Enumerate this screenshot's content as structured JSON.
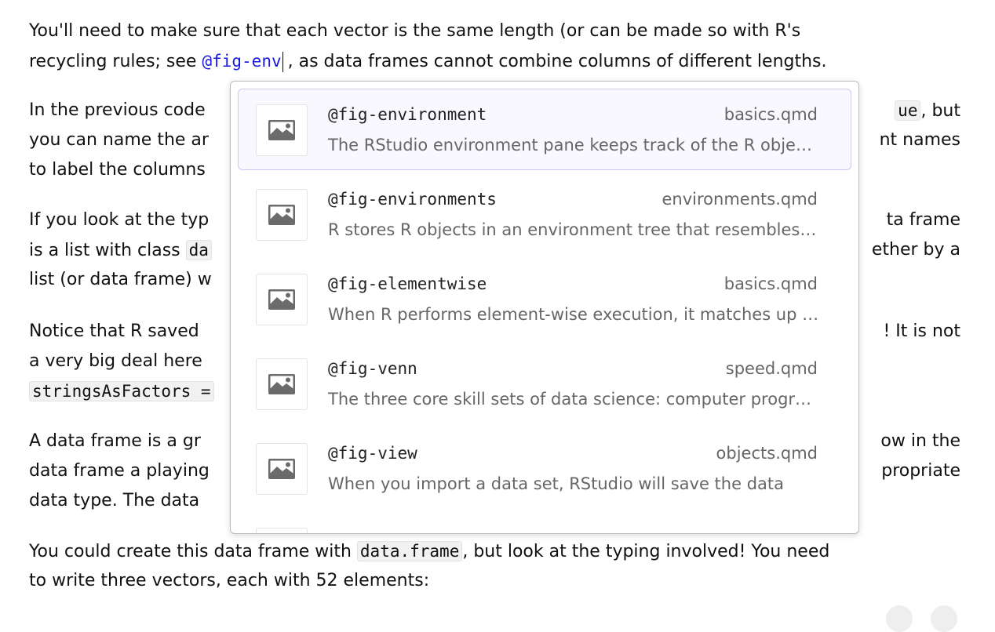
{
  "document": {
    "p1_l1": "You'll need to make sure that each vector is the same length (or can be made so with R's",
    "p1_l2_pre": "recycling rules; see ",
    "p1_l2_ref": "@fig-env",
    "p1_l2_post": ", as data frames cannot combine columns of different lengths.",
    "p2_l1_left": "In the previous code",
    "p2_l1_code": "ue",
    "p2_l1_right": ", but",
    "p2_l2_left": "you can name the ar",
    "p2_l2_right": "nt names",
    "p2_l3_left": "to label the columns",
    "p3_l1_left": "If you look at the typ",
    "p3_l1_right": "ta frame",
    "p3_l2_left": "is a list with class ",
    "p3_l2_code": "da",
    "p3_l2_right": "ether by a",
    "p3_l3_left": "list (or data frame) w",
    "p4_l1_left": "Notice that R saved",
    "p4_l1_right": "! It is not",
    "p4_l2_left": "a very big deal here",
    "p4_l3_code": "stringsAsFactors =",
    "p5_l1_left": "A data frame is a gr",
    "p5_l1_right": "ow in the",
    "p5_l2_left": "data frame a playing",
    "p5_l2_right": "propriate",
    "p5_l3_left": "data type. The data",
    "p6_l1_pre": "You could create this data frame with ",
    "p6_l1_code": "data.frame",
    "p6_l1_post": ", but look at the typing involved! You need",
    "p6_l2": "to write three vectors, each with 52 elements:"
  },
  "autocomplete": {
    "items": [
      {
        "icon": "image-icon",
        "label": "@fig-environment",
        "file": "basics.qmd",
        "desc": "The RStudio environment pane keeps track of the R objects you create",
        "selected": true
      },
      {
        "icon": "image-icon",
        "label": "@fig-environments",
        "file": "environments.qmd",
        "desc": "R stores R objects in an environment tree that resembles your computer's folder system"
      },
      {
        "icon": "image-icon",
        "label": "@fig-elementwise",
        "file": "basics.qmd",
        "desc": "When R performs element-wise execution, it matches up vectors"
      },
      {
        "icon": "image-icon",
        "label": "@fig-venn",
        "file": "speed.qmd",
        "desc": "The three core skill sets of data science: computer programming"
      },
      {
        "icon": "image-icon",
        "label": "@fig-view",
        "file": "objects.qmd",
        "desc": "When you import a data set, RStudio will save the data"
      }
    ]
  },
  "colors": {
    "reference": "#1a1adb",
    "selected_bg": "#f8f8fe",
    "selected_border": "#c9c9f4"
  }
}
